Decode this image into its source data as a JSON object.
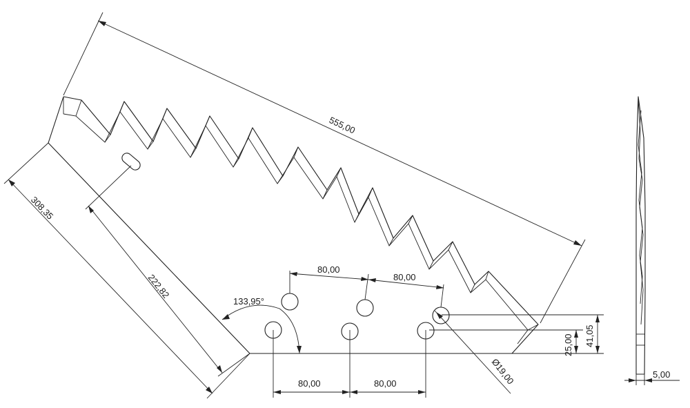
{
  "dimensions": {
    "length_top": "555,00",
    "length_left": "308,35",
    "slot_distance": "222,82",
    "angle": "133,95°",
    "upper_spacing_1": "80,00",
    "upper_spacing_2": "80,00",
    "lower_spacing_1": "80,00",
    "lower_spacing_2": "80,00",
    "hole_diameter": "Ø19,00",
    "offset_25": "25,00",
    "offset_41": "41,05",
    "thickness": "5,00"
  },
  "colors": {
    "line": "#1e1e1e",
    "background": "#ffffff"
  }
}
